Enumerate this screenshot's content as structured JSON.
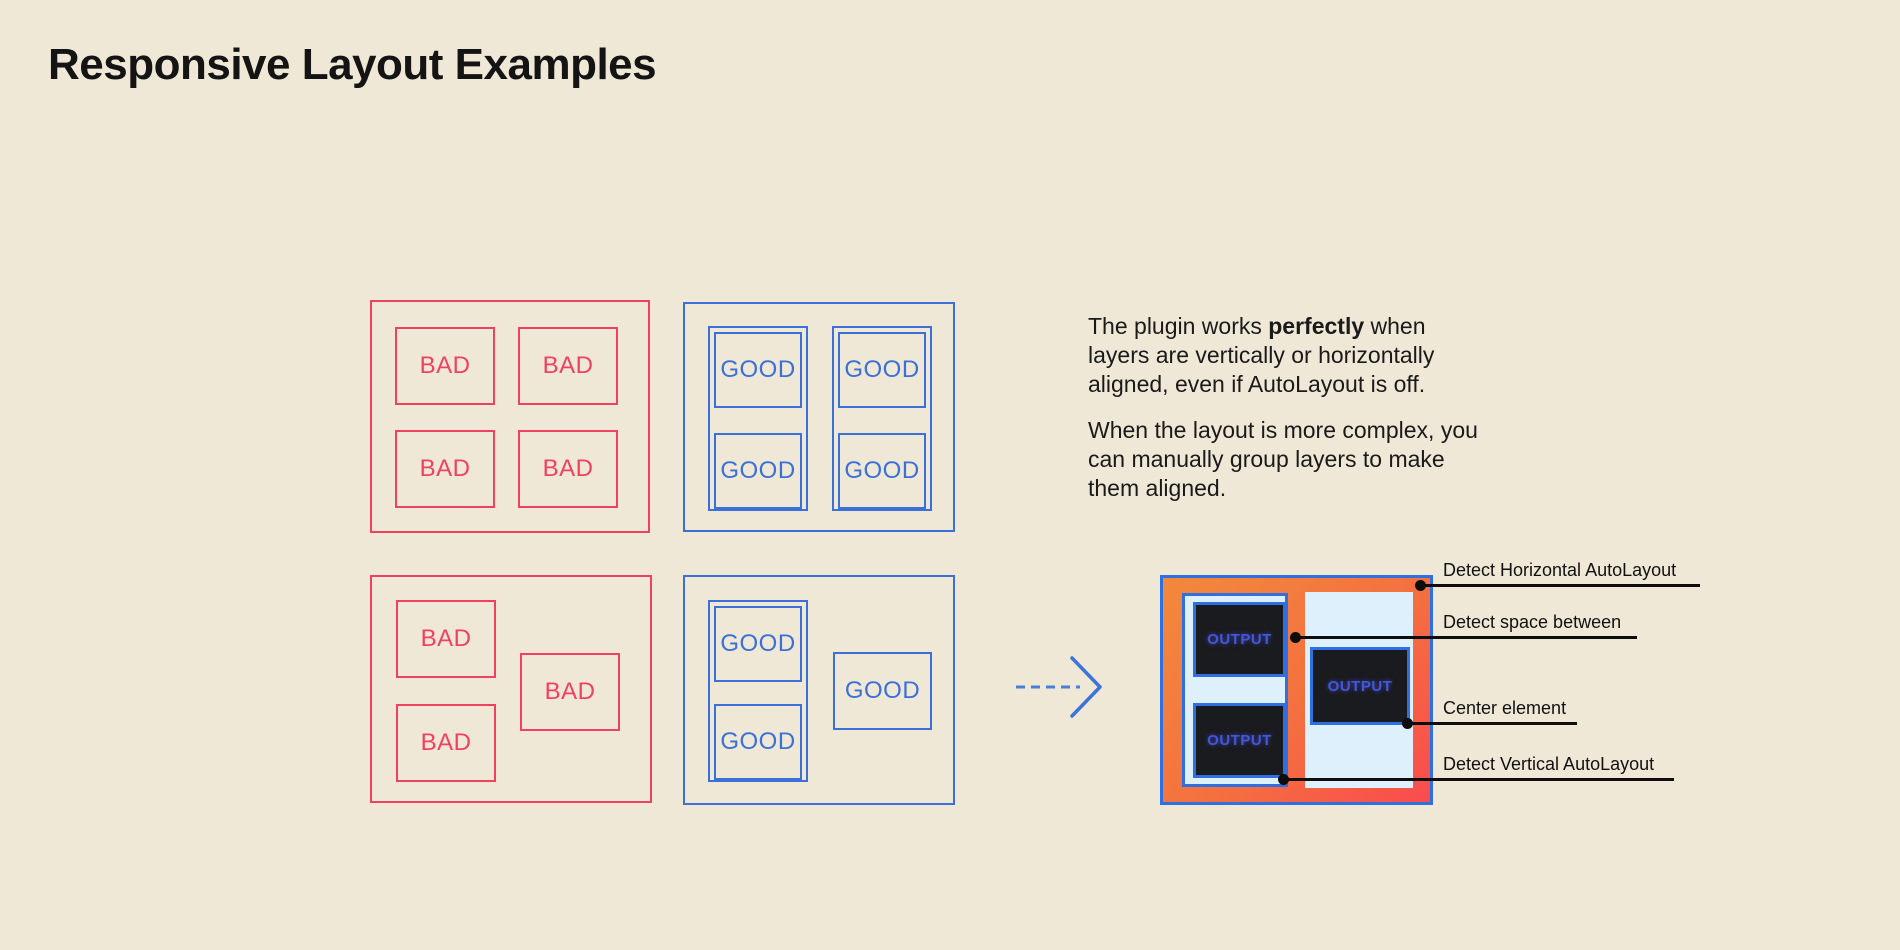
{
  "title": "Responsive Layout Examples",
  "labels": {
    "bad": "BAD",
    "good": "GOOD",
    "output": "OUTPUT"
  },
  "description": {
    "p1_l1_a": "The plugin works ",
    "p1_l1_bold": "perfectly",
    "p1_l1_b": " when",
    "p1_l2": "layers are vertically or horizontally",
    "p1_l3": "aligned, even if AutoLayout is off.",
    "p2_l1": "When the layout is more complex, you",
    "p2_l2": "can manually group layers to make",
    "p2_l3": "them aligned."
  },
  "annotations": [
    {
      "label": "Detect Horizontal AutoLayout"
    },
    {
      "label": "Detect space between"
    },
    {
      "label": "Center element"
    },
    {
      "label": "Detect Vertical AutoLayout"
    }
  ],
  "colors": {
    "background": "#EFE8D7",
    "bad_red": "#F0415F",
    "good_blue": "#3B70D9",
    "output_border_blue": "#2E6FE2",
    "gradient_orange": "#F2893C",
    "gradient_red": "#F94B4E",
    "light_blue_fill": "#DFF0FD",
    "dark_panel": "#1A1B1E",
    "output_text_blue": "#3D5BD8",
    "annotation_black": "#0D0D0D",
    "text_black": "#141414"
  }
}
